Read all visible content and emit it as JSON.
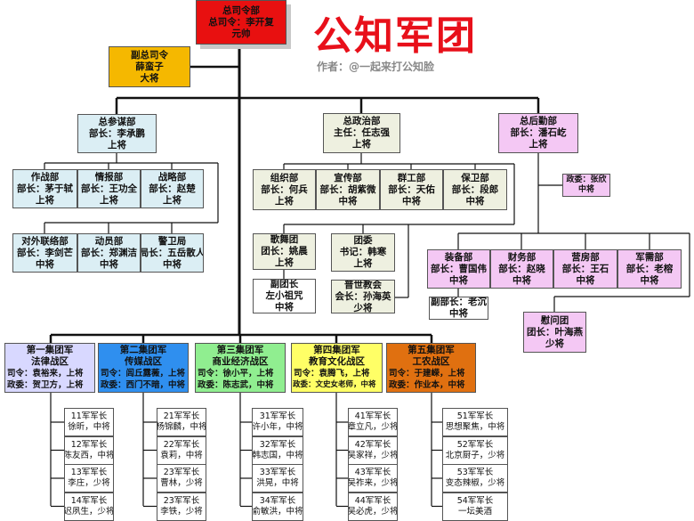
{
  "title": "公知军团",
  "author": "作者：@一起来打公知脸",
  "colors": {
    "hq": "#e81010",
    "deputy": "#f5b800",
    "staff": "#dbeef4",
    "political": "#eef0e0",
    "logistics": "#f4c8f4",
    "army1": "#d8d8ff",
    "army2": "#2f8fef",
    "army3": "#90ee90",
    "army4": "#ffff66",
    "army5": "#e07010",
    "plain": "#ffffff"
  },
  "nodes": [
    {
      "id": "hq",
      "lines": [
        "总司令部",
        "总司令：李开复",
        "元帅"
      ]
    },
    {
      "id": "deputy",
      "lines": [
        "副总司令",
        "薛蛮子",
        "大将"
      ]
    },
    {
      "id": "staff",
      "lines": [
        "总参谋部",
        "部长：李承鹏",
        "上将"
      ]
    },
    {
      "id": "ops",
      "lines": [
        "作战部",
        "部长：茅于轼",
        "上将"
      ]
    },
    {
      "id": "intel",
      "lines": [
        "情报部",
        "部长：王功全",
        "上将"
      ]
    },
    {
      "id": "strategy",
      "lines": [
        "战略部",
        "部长：赵楚",
        "上将"
      ]
    },
    {
      "id": "liaison",
      "lines": [
        "对外联络部",
        "部长：李剑芒",
        "中将"
      ]
    },
    {
      "id": "mobil",
      "lines": [
        "动员部",
        "部长：郑渊洁",
        "中将"
      ]
    },
    {
      "id": "guard",
      "lines": [
        "警卫局",
        "局长：五岳散人",
        "中将"
      ]
    },
    {
      "id": "political",
      "lines": [
        "总政治部",
        "主任：任志强",
        "上将"
      ]
    },
    {
      "id": "org",
      "lines": [
        "组织部",
        "部长：何兵",
        "上将"
      ]
    },
    {
      "id": "propaganda",
      "lines": [
        "宣传部",
        "部长：胡紫微",
        "中将"
      ]
    },
    {
      "id": "masses",
      "lines": [
        "群工部",
        "部长：天佑",
        "中将"
      ]
    },
    {
      "id": "security",
      "lines": [
        "保卫部",
        "部长：段郎",
        "中将"
      ]
    },
    {
      "id": "troupe",
      "lines": [
        "歌舞团",
        "团长：姚晨",
        "上将"
      ]
    },
    {
      "id": "troupe-deputy",
      "lines": [
        "副团长",
        "左小祖咒",
        "中将"
      ]
    },
    {
      "id": "youth",
      "lines": [
        "团委",
        "书记：韩寒",
        "上将"
      ]
    },
    {
      "id": "church",
      "lines": [
        "普世教会",
        "会长：孙海英",
        "少将"
      ]
    },
    {
      "id": "logistics",
      "lines": [
        "总后勤部",
        "部长：潘石屹",
        "上将"
      ]
    },
    {
      "id": "log-commissar",
      "lines": [
        "政委：张欣",
        "中将"
      ]
    },
    {
      "id": "equipment",
      "lines": [
        "装备部",
        "部长：曹国伟",
        "中将"
      ]
    },
    {
      "id": "finance",
      "lines": [
        "财务部",
        "部长：赵晓",
        "中将"
      ]
    },
    {
      "id": "barracks",
      "lines": [
        "营房部",
        "部长：王石",
        "中将"
      ]
    },
    {
      "id": "supply",
      "lines": [
        "军需部",
        "部长：老榕",
        "中将"
      ]
    },
    {
      "id": "equip-deputy",
      "lines": [
        "副部长：老沉",
        "中将"
      ]
    },
    {
      "id": "comfort",
      "lines": [
        "慰问团",
        "团长：叶海燕",
        "少将"
      ]
    },
    {
      "id": "army1",
      "lines": [
        "第一集团军",
        "法律战区",
        "司令：袁裕来，上将",
        "政委：贺卫方，上将"
      ]
    },
    {
      "id": "army2",
      "lines": [
        "第二集团军",
        "传媒战区",
        "司令：闾丘露薇，上将",
        "政委：西门不暗，中将"
      ]
    },
    {
      "id": "army3",
      "lines": [
        "第三集团军",
        "商业经济战区",
        "司令：徐小平，上将",
        "政委：陈志武，中将"
      ]
    },
    {
      "id": "army4",
      "lines": [
        "第四集团军",
        "教育文化战区",
        "司令：袁腾飞，上将",
        "政委：文史女老师，中将"
      ]
    },
    {
      "id": "army5",
      "lines": [
        "第五集团军",
        "工农战区",
        "司令：于建嵘，上将",
        "政委：作业本，中将"
      ]
    },
    {
      "id": "c11",
      "lines": [
        "11军军长",
        "徐昕，中将"
      ]
    },
    {
      "id": "c12",
      "lines": [
        "12军军长",
        "陈友西，中将"
      ]
    },
    {
      "id": "c13",
      "lines": [
        "13军军长",
        "李庄，少将"
      ]
    },
    {
      "id": "c14",
      "lines": [
        "14军军长",
        "迟夙生，少将"
      ]
    },
    {
      "id": "c21",
      "lines": [
        "21军军长",
        "杨锦麟，中将"
      ]
    },
    {
      "id": "c22",
      "lines": [
        "22军军长",
        "袁莉，中将"
      ]
    },
    {
      "id": "c23a",
      "lines": [
        "23军军长",
        "曹林，少将"
      ]
    },
    {
      "id": "c23b",
      "lines": [
        "23军军长",
        "李铁，少将"
      ]
    },
    {
      "id": "c31",
      "lines": [
        "31军军长",
        "许小年，中将"
      ]
    },
    {
      "id": "c32",
      "lines": [
        "32军军长",
        "韩志国，中将"
      ]
    },
    {
      "id": "c33",
      "lines": [
        "33军军长",
        "洪晃，中将"
      ]
    },
    {
      "id": "c34",
      "lines": [
        "34军军长",
        "俞敏洪，中将"
      ]
    },
    {
      "id": "c41",
      "lines": [
        "41军军长",
        "章立凡，少将"
      ]
    },
    {
      "id": "c42",
      "lines": [
        "42军军长",
        "吴家祥，少将"
      ]
    },
    {
      "id": "c43",
      "lines": [
        "43军军长",
        "吴祚来，少将"
      ]
    },
    {
      "id": "c44",
      "lines": [
        "44军军长",
        "吴必虎，少将"
      ]
    },
    {
      "id": "c51",
      "lines": [
        "51军军长",
        "思想聚焦，中将"
      ]
    },
    {
      "id": "c52",
      "lines": [
        "52军军长",
        "北京厨子，少将"
      ]
    },
    {
      "id": "c53",
      "lines": [
        "53军军长",
        "变态辣椒，少将"
      ]
    },
    {
      "id": "c54",
      "lines": [
        "54军军长",
        "一坛美酒"
      ]
    }
  ]
}
